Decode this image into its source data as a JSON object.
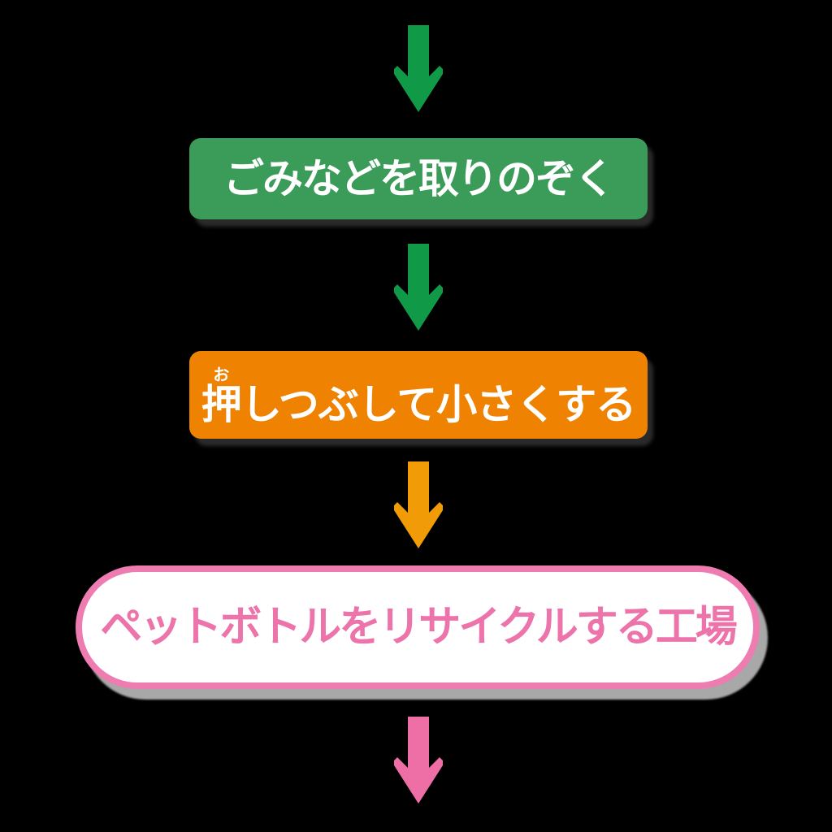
{
  "canvas": {
    "background": "#000000"
  },
  "flow": {
    "arrow_top": {
      "direction": "down",
      "color": "#109a47"
    },
    "step1": {
      "label": "ごみなどを取りのぞく",
      "bg": "#3b9b58",
      "text_color": "#ffffff"
    },
    "arrow_step1_to_step2": {
      "direction": "down",
      "color": "#109a47"
    },
    "step2": {
      "furigana_base": "押",
      "furigana": "お",
      "label_rest": "しつぶして小さくする",
      "bg": "#ef8200",
      "text_color": "#ffffff"
    },
    "arrow_step2_to_factory": {
      "direction": "down",
      "color": "#f19c06"
    },
    "factory": {
      "label": "ペットボトルをリサイクルする工場",
      "bg": "#ffffff",
      "border_color": "#ee7cb0",
      "text_color": "#ec74ab",
      "shadow_color": "#a8a8a8"
    },
    "arrow_factory_out": {
      "direction": "down",
      "color": "#ee6fa6"
    }
  }
}
